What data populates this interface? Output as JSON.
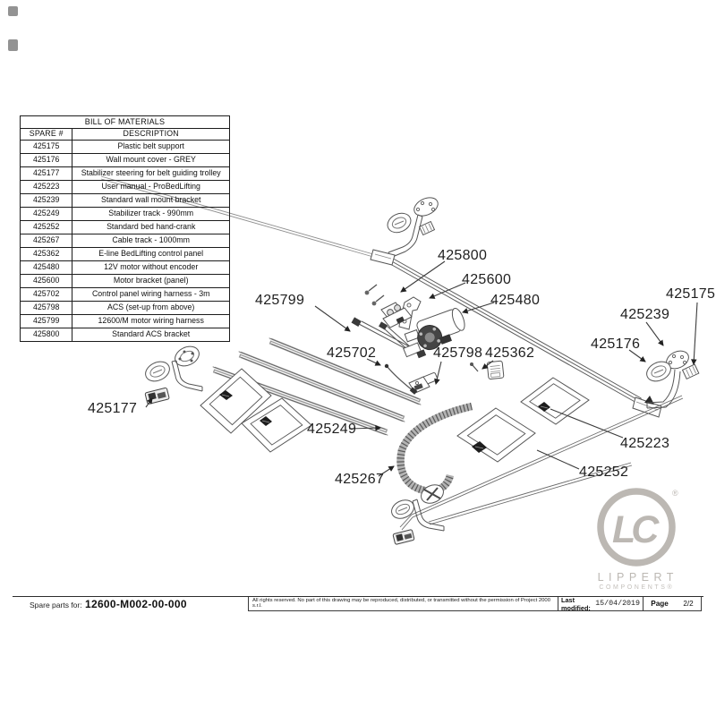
{
  "bill_of_materials": {
    "title": "BILL OF MATERIALS",
    "columns": {
      "spare": "SPARE #",
      "description": "DESCRIPTION"
    },
    "rows": [
      [
        "425175",
        "Plastic belt support"
      ],
      [
        "425176",
        "Wall mount cover - GREY"
      ],
      [
        "425177",
        "Stabilizer steering for belt guiding trolley"
      ],
      [
        "425223",
        "User manual - ProBedLifting"
      ],
      [
        "425239",
        "Standard wall mount bracket"
      ],
      [
        "425249",
        "Stabilizer track - 990mm"
      ],
      [
        "425252",
        "Standard bed hand-crank"
      ],
      [
        "425267",
        "Cable track - 1000mm"
      ],
      [
        "425362",
        "E-line BedLifting control panel"
      ],
      [
        "425480",
        "12V motor without encoder"
      ],
      [
        "425600",
        "Motor bracket (panel)"
      ],
      [
        "425702",
        "Control panel wiring harness - 3m"
      ],
      [
        "425798",
        "ACS (set-up from above)"
      ],
      [
        "425799",
        "12600/M motor wiring harness"
      ],
      [
        "425800",
        "Standard ACS bracket"
      ]
    ]
  },
  "diagram": {
    "callouts": [
      {
        "id": "425800",
        "label": "425800"
      },
      {
        "id": "425600",
        "label": "425600"
      },
      {
        "id": "425480",
        "label": "425480"
      },
      {
        "id": "425175",
        "label": "425175"
      },
      {
        "id": "425239",
        "label": "425239"
      },
      {
        "id": "425176",
        "label": "425176"
      },
      {
        "id": "425799",
        "label": "425799"
      },
      {
        "id": "425702",
        "label": "425702"
      },
      {
        "id": "425798",
        "label": "425798"
      },
      {
        "id": "425362",
        "label": "425362"
      },
      {
        "id": "425177",
        "label": "425177"
      },
      {
        "id": "425249",
        "label": "425249"
      },
      {
        "id": "425223",
        "label": "425223"
      },
      {
        "id": "425252",
        "label": "425252"
      },
      {
        "id": "425267",
        "label": "425267"
      }
    ],
    "line_color": "#555555",
    "leader_color": "#3c3c3c"
  },
  "logo": {
    "monogram": "LC",
    "registered": "®",
    "name": "LIPPERT",
    "subname": "COMPONENTS®",
    "color": "#bcb8b3"
  },
  "footer": {
    "spare_parts_label": "Spare parts for:",
    "part_number": "12600-M002-00-000",
    "rights": "All rights reserved. No part of this drawing may be reproduced, distributed, or transmitted without the permission of Project 2000 s.r.l.",
    "last_modified_label": "Last modified:",
    "last_modified_date": "15/04/2019",
    "page_label": "Page",
    "page_value": "2/2"
  }
}
